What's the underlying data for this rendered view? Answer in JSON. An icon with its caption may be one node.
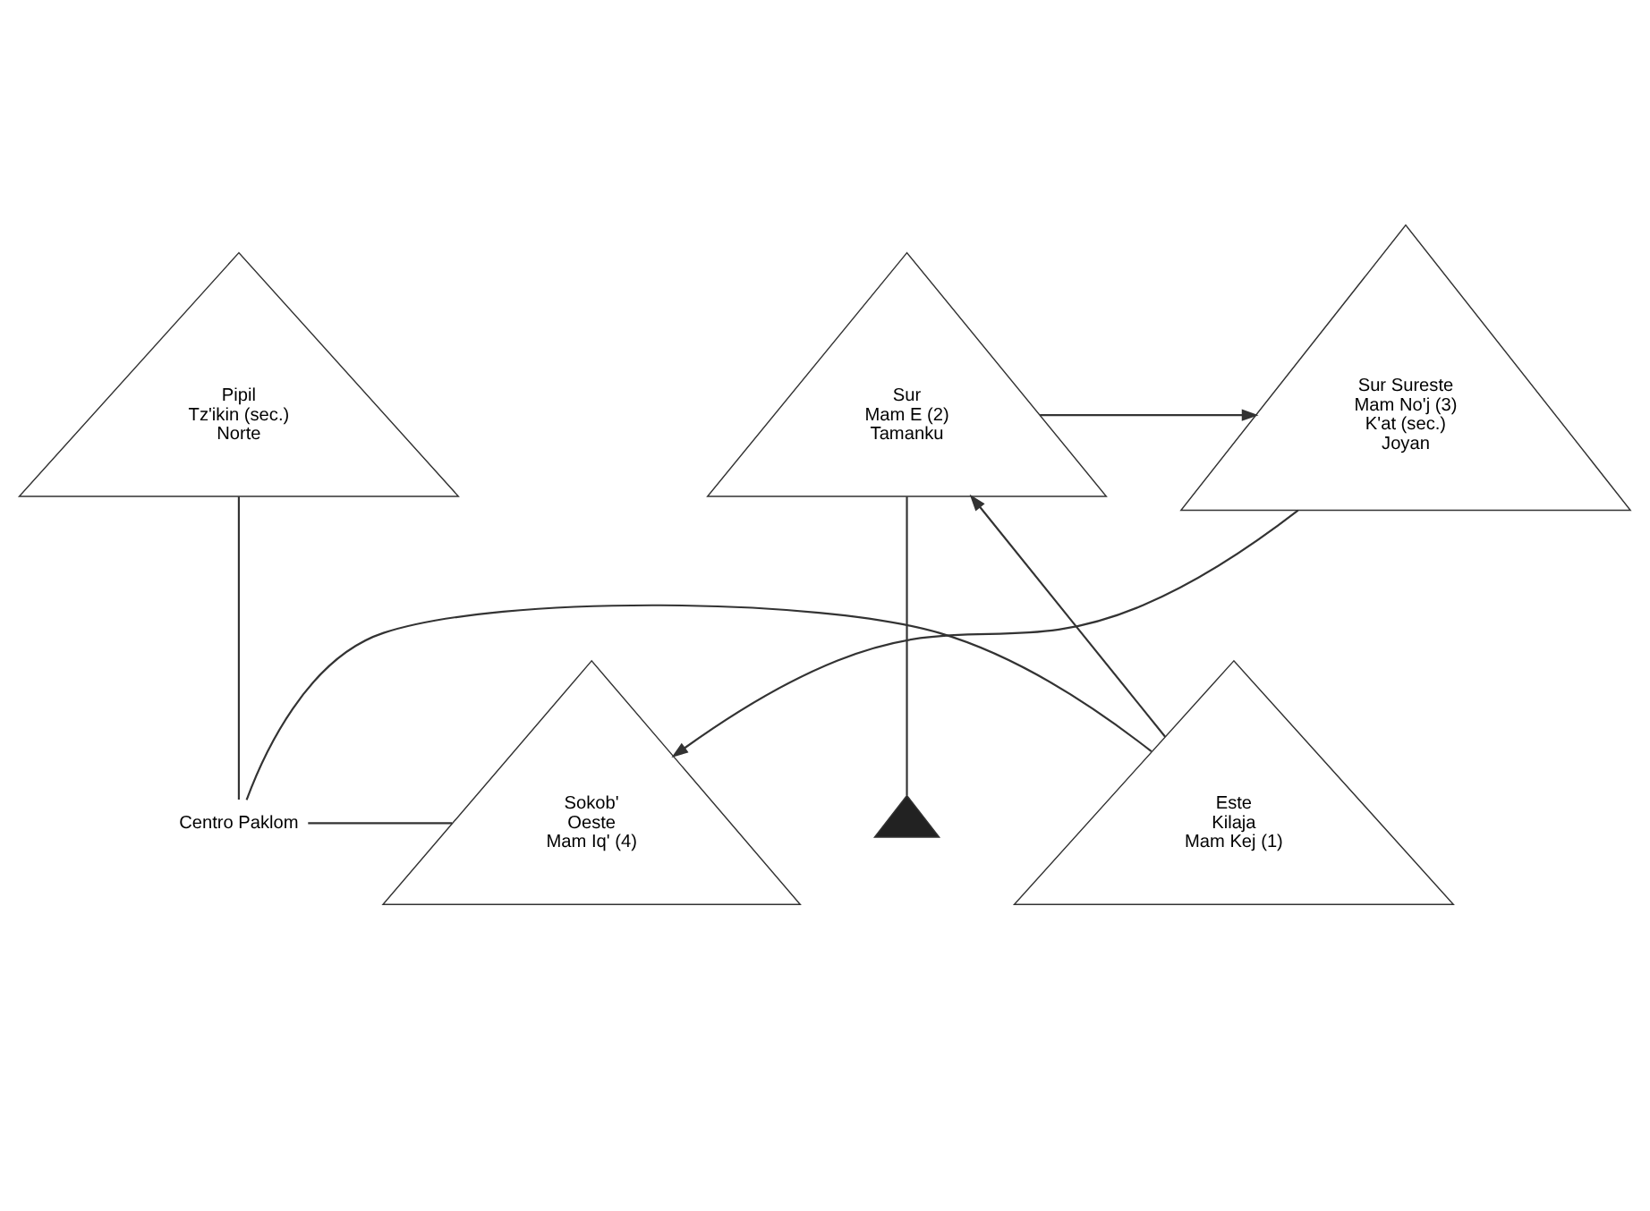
{
  "diagram": {
    "nodes": [
      {
        "text": [
          "Pipil",
          "Tz'ikin (sec.)",
          "Norte"
        ]
      },
      {
        "text": [
          "Centro Paklom"
        ]
      },
      {
        "text": [],
        "shape": "triangle"
      },
      {
        "text": [
          "Sokob'",
          "Oeste",
          "Mam Iq' (4)"
        ]
      },
      {
        "text": [
          "Este",
          "Kilaja",
          "Mam Kej (1)"
        ]
      },
      {
        "text": [
          "Sur",
          "Mam E (2)",
          "Tamanku"
        ]
      },
      {
        "text": [
          "Sur Sureste",
          "Mam No'j (3)",
          "K'at (sec.)",
          "Joyan"
        ]
      }
    ],
    "edges": [
      {
        "from": 0,
        "to": 1,
        "arrow": "none"
      },
      {
        "from": 3,
        "to": 1,
        "arrow": "none"
      },
      {
        "from": 1,
        "to": 4,
        "arrow": "none"
      },
      {
        "from": 5,
        "to": 2,
        "arrow": "none"
      },
      {
        "from": 4,
        "to": 5,
        "arrow": "to"
      },
      {
        "from": 5,
        "to": 6,
        "arrow": "to"
      },
      {
        "from": 6,
        "to": 3,
        "arrow": "to"
      }
    ]
  }
}
